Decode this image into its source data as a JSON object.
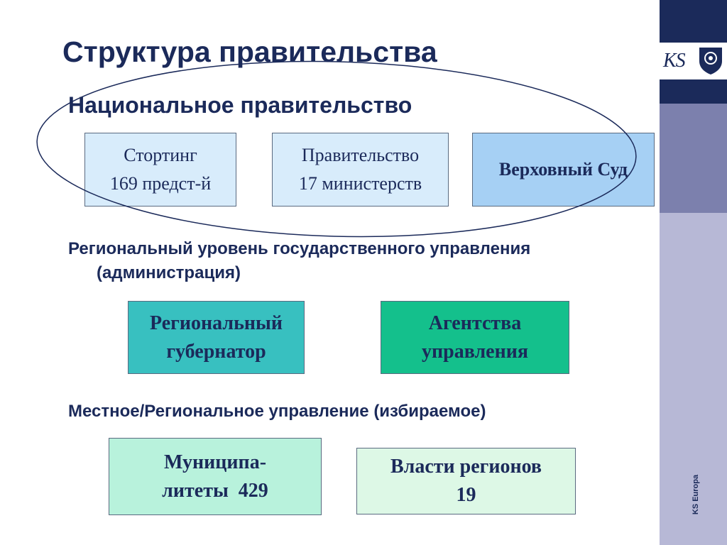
{
  "title": "Структура правительства",
  "sections": {
    "national": {
      "heading": "Национальное правительство",
      "boxes": [
        {
          "line1": "Стортинг",
          "line2": "169 предст-й"
        },
        {
          "line1": "Правительство",
          "line2": "17 министерств"
        },
        {
          "line1": "Верховный Суд"
        }
      ]
    },
    "regional": {
      "heading_line1": "Региональный уровень государственного управления",
      "heading_line2": "(администрация)",
      "boxes": [
        {
          "line1": "Региональный",
          "line2": "губернатор"
        },
        {
          "line1": "Агентства",
          "line2": "управления"
        }
      ]
    },
    "local": {
      "heading": "Местное/Региональное управление (избираемое)",
      "boxes": [
        {
          "line1": "Муниципа-",
          "line2": "литеты  429"
        },
        {
          "line1": "Власти регионов",
          "line2": "19"
        }
      ]
    }
  },
  "branding": {
    "logo_text": "KS",
    "vertical_label": "KS Europa"
  },
  "colors": {
    "navy": "#1b2a5a",
    "light_blue": "#d8ecfb",
    "mid_blue": "#a6d0f4",
    "teal": "#38c0c0",
    "green": "#14c08c",
    "mint": "#b8f2dc",
    "pale_mint": "#ddf8e6"
  }
}
